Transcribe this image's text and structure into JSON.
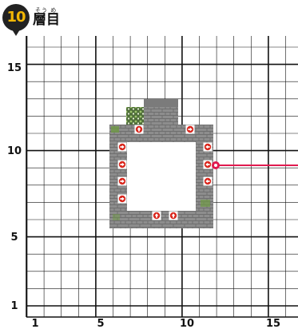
{
  "header": {
    "floor_number": "10",
    "floor_label": "層目",
    "floor_ruby": "そう め"
  },
  "axes": {
    "x_tick_labels": [
      "1",
      "5",
      "10",
      "15"
    ],
    "y_tick_labels": [
      "15",
      "10",
      "5",
      "1"
    ]
  },
  "colors": {
    "grid_line": "#111111",
    "wall_block": "#8a8a8a",
    "wall_top": "#6e6e6e",
    "arrow_tile_ring": "#d9261c",
    "pointer_line": "#e01a4f",
    "badge_background": "#222222",
    "badge_number": "#f2b705",
    "moss": "#5d8a3a"
  },
  "legend": {
    "arrow_tile_icon": "red-arrow-tile-icon",
    "wall_icon": "stone-wall-icon",
    "vine_icon": "vine-ladder-icon",
    "pointer_icon": "pointer-dot-icon"
  }
}
